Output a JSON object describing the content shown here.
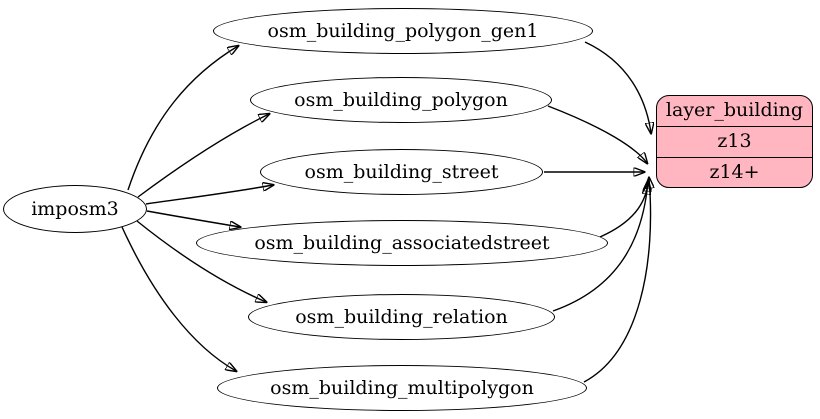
{
  "diagram": {
    "type": "etl-graph",
    "source": {
      "label": "imposm3"
    },
    "tables": [
      {
        "label": "osm_building_polygon_gen1"
      },
      {
        "label": "osm_building_polygon"
      },
      {
        "label": "osm_building_street"
      },
      {
        "label": "osm_building_associatedstreet"
      },
      {
        "label": "osm_building_relation"
      },
      {
        "label": "osm_building_multipolygon"
      }
    ],
    "layer": {
      "title": "layer_building",
      "rows": [
        {
          "label": "z13"
        },
        {
          "label": "z14+"
        }
      ],
      "fill_color": "#ffb6c1",
      "border_color": "#000000"
    },
    "edges": [
      {
        "from": "imposm3",
        "to": "osm_building_polygon_gen1"
      },
      {
        "from": "imposm3",
        "to": "osm_building_polygon"
      },
      {
        "from": "imposm3",
        "to": "osm_building_street"
      },
      {
        "from": "imposm3",
        "to": "osm_building_associatedstreet"
      },
      {
        "from": "imposm3",
        "to": "osm_building_relation"
      },
      {
        "from": "imposm3",
        "to": "osm_building_multipolygon"
      },
      {
        "from": "osm_building_polygon_gen1",
        "to": "layer_building:z13"
      },
      {
        "from": "osm_building_polygon",
        "to": "layer_building:z14+"
      },
      {
        "from": "osm_building_street",
        "to": "layer_building:z14+"
      },
      {
        "from": "osm_building_associatedstreet",
        "to": "layer_building:z14+"
      },
      {
        "from": "osm_building_relation",
        "to": "layer_building:z14+"
      },
      {
        "from": "osm_building_multipolygon",
        "to": "layer_building:z14+"
      }
    ]
  }
}
